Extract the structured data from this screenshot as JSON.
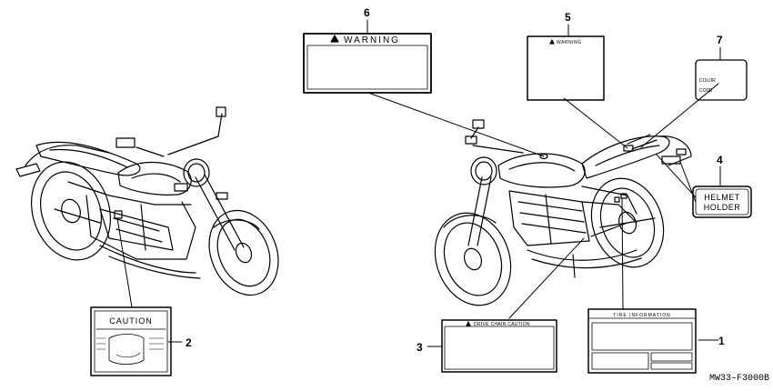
{
  "diagram": {
    "figure_code": "MW33–F3000B",
    "callouts": {
      "c1": "1",
      "c2": "2",
      "c3": "3",
      "c4": "4",
      "c5": "5",
      "c6": "6",
      "c7": "7"
    },
    "labels": {
      "caution_title": "CAUTION",
      "warning_large": "WARNING",
      "warning_small": "WARNING",
      "drive_chain_caution": "DRIVE CHAIN CAUTION",
      "tire_information": "TIRE INFORMATION",
      "color_label_line1": "COLOR",
      "color_label_line2": "CODE",
      "helmet_holder_line1": "HELMET",
      "helmet_holder_line2": "HOLDER"
    }
  }
}
